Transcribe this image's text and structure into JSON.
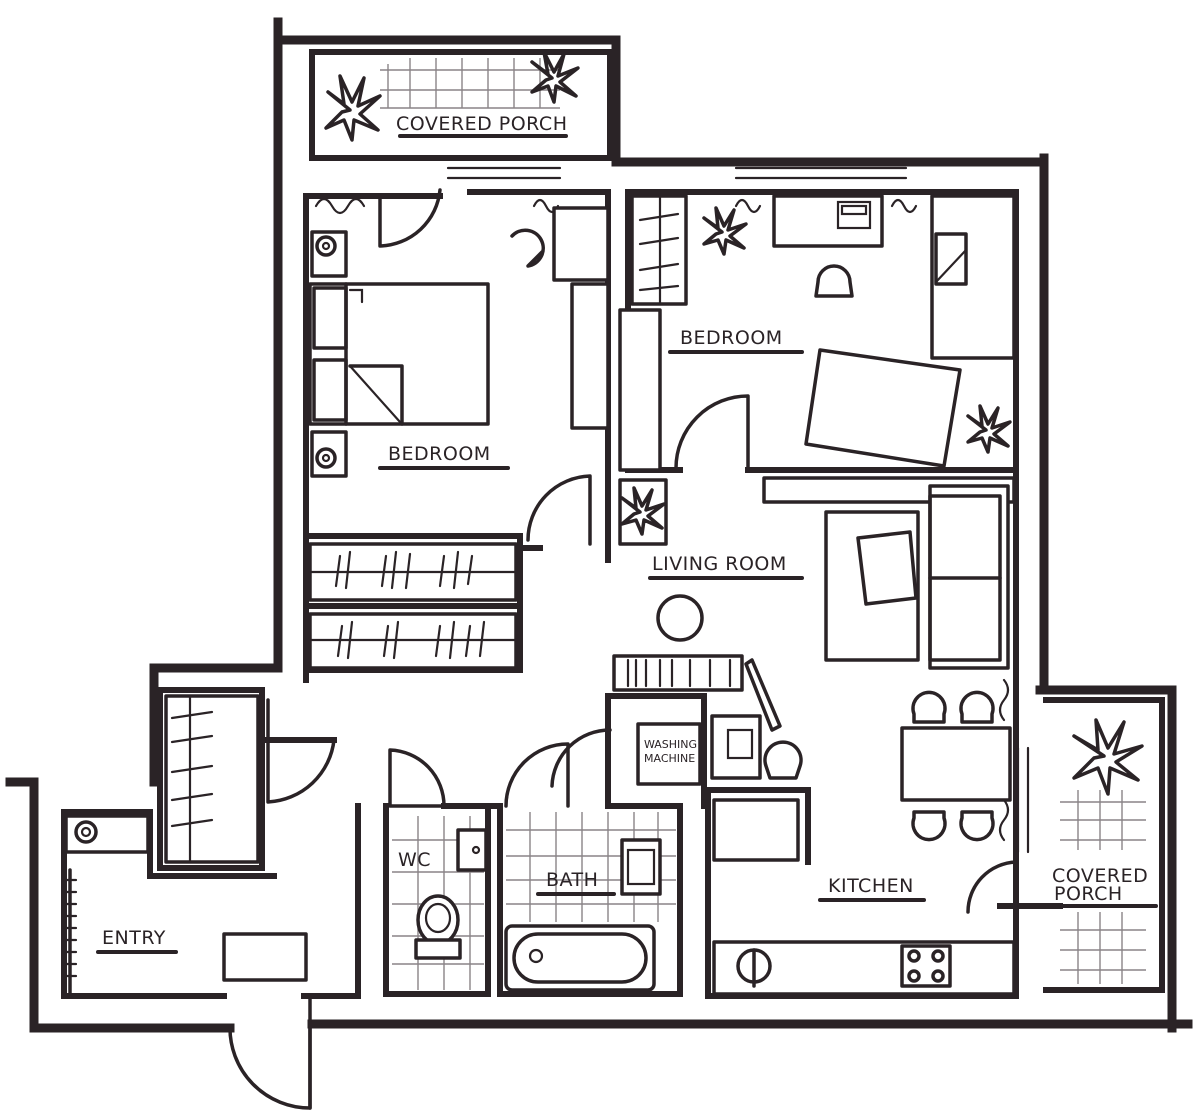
{
  "rooms": {
    "porch_top": "COVERED PORCH",
    "bedroom_left": "BEDROOM",
    "bedroom_right": "BEDROOM",
    "living_room": "LIVING ROOM",
    "washing_machine_line1": "WASHING",
    "washing_machine_line2": "MACHINE",
    "wc": "WC",
    "bath": "BATH",
    "kitchen": "KITCHEN",
    "entry": "ENTRY",
    "porch_right_line1": "COVERED",
    "porch_right_line2": "PORCH"
  },
  "colors": {
    "ink": "#2a2326",
    "tile": "#8a8487",
    "background": "#ffffff"
  },
  "icons": [
    "plant-icon",
    "floor-lamp-icon",
    "chair-icon",
    "sink-icon",
    "toilet-icon",
    "bathtub-icon",
    "stove-icon"
  ]
}
